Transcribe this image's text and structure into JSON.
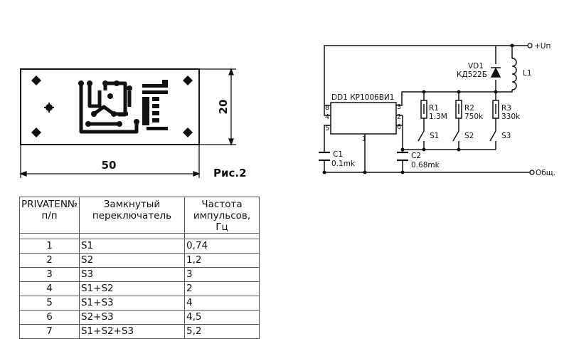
{
  "pcb": {
    "width_label": "50",
    "height_label": "20",
    "figure_label": "Рис.2"
  },
  "schematic": {
    "ic_label": "DD1 КР1006ВИ1",
    "pins": {
      "p8": "8",
      "p4": "4",
      "p5": "5",
      "p3": "3",
      "p2": "2",
      "p6": "6",
      "p1": "1"
    },
    "diode_ref": "VD1",
    "diode_type": "КД522Б",
    "inductor": "L1",
    "resistors": [
      {
        "ref": "R1",
        "value": "1.3M"
      },
      {
        "ref": "R2",
        "value": "750k"
      },
      {
        "ref": "R3",
        "value": "330k"
      }
    ],
    "switches": [
      "S1",
      "S2",
      "S3"
    ],
    "c1_ref": "C1",
    "c1_value": "0.1mk",
    "c2_ref": "C2",
    "c2_value": "0.68mk",
    "power_label": "+Uп",
    "ground_label": "Общ."
  },
  "table": {
    "headers": [
      "PRIVATEN№ п/п",
      "Замкнутый переключатель",
      "Частота импульсов, Гц"
    ],
    "rows": [
      [
        "1",
        "S1",
        "0,74"
      ],
      [
        "2",
        "S2",
        "1,2"
      ],
      [
        "3",
        "S3",
        "3"
      ],
      [
        "4",
        "S1+S2",
        "2"
      ],
      [
        "5",
        "S1+S3",
        "4"
      ],
      [
        "6",
        "S2+S3",
        "4,5"
      ],
      [
        "7",
        "S1+S2+S3",
        "5,2"
      ]
    ]
  }
}
